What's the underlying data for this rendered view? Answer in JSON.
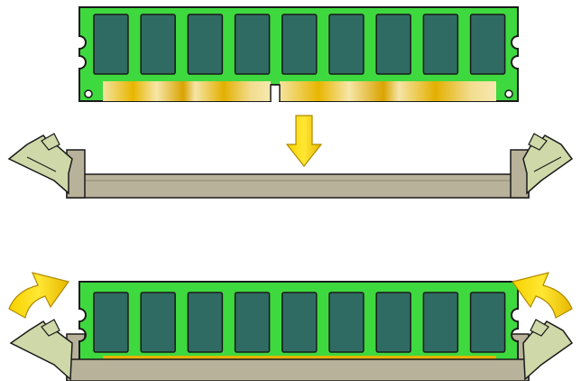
{
  "figure": {
    "panels": [
      {
        "step": "insert",
        "module": {
          "chips": 9,
          "has_key_notch": true
        },
        "slot": {
          "clips": "open"
        },
        "arrow": {
          "direction": "down",
          "icon": "arrow-down-icon"
        }
      },
      {
        "step": "lock",
        "module": {
          "chips": 9,
          "seated": true
        },
        "slot": {
          "clips": "closing"
        },
        "arrows": [
          {
            "side": "left",
            "icon": "curved-arrow-left-icon"
          },
          {
            "side": "right",
            "icon": "curved-arrow-right-icon"
          }
        ]
      }
    ]
  },
  "colors": {
    "pcb": "#3ed93e",
    "chip": "#2f6b62",
    "contacts_gold": "#e4b400",
    "slot_body": "#b8b29a",
    "clip": "#cfd8a8",
    "arrow": "#f5cc00",
    "outline": "#1a1a1a"
  }
}
